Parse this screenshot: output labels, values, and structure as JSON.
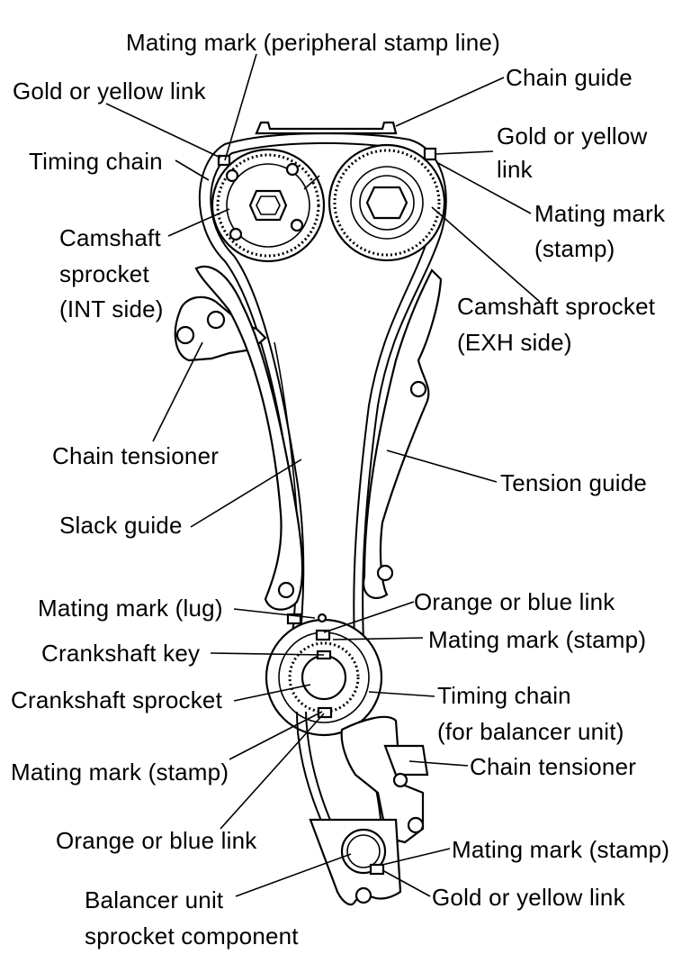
{
  "labels": {
    "mating_mark_peripheral": "Mating mark (peripheral stamp line)",
    "chain_guide": "Chain guide",
    "gold_yellow_link_left": "Gold or yellow link",
    "gold_yellow_link_right_1": "Gold or yellow",
    "gold_yellow_link_right_2": "link",
    "timing_chain": "Timing chain",
    "mating_mark_stamp_top_1": "Mating mark",
    "mating_mark_stamp_top_2": "(stamp)",
    "camshaft_int_1": "Camshaft",
    "camshaft_int_2": "sprocket",
    "camshaft_int_3": "(INT side)",
    "camshaft_exh_1": "Camshaft sprocket",
    "camshaft_exh_2": "(EXH side)",
    "chain_tensioner": "Chain tensioner",
    "tension_guide": "Tension guide",
    "slack_guide": "Slack guide",
    "mating_mark_lug": "Mating mark (lug)",
    "orange_blue_link_upper": "Orange or blue link",
    "mating_mark_stamp_mid": "Mating mark (stamp)",
    "crankshaft_key": "Crankshaft key",
    "crankshaft_sprocket": "Crankshaft sprocket",
    "timing_chain_balancer_1": "Timing chain",
    "timing_chain_balancer_2": "(for balancer unit)",
    "mating_mark_stamp_lower": "Mating mark (stamp)",
    "chain_tensioner_lower": "Chain tensioner",
    "orange_blue_link_lower": "Orange or blue link",
    "mating_mark_stamp_bottom": "Mating mark (stamp)",
    "balancer_unit_1": "Balancer unit",
    "balancer_unit_2": "sprocket component",
    "gold_yellow_link_bottom": "Gold or yellow link"
  }
}
